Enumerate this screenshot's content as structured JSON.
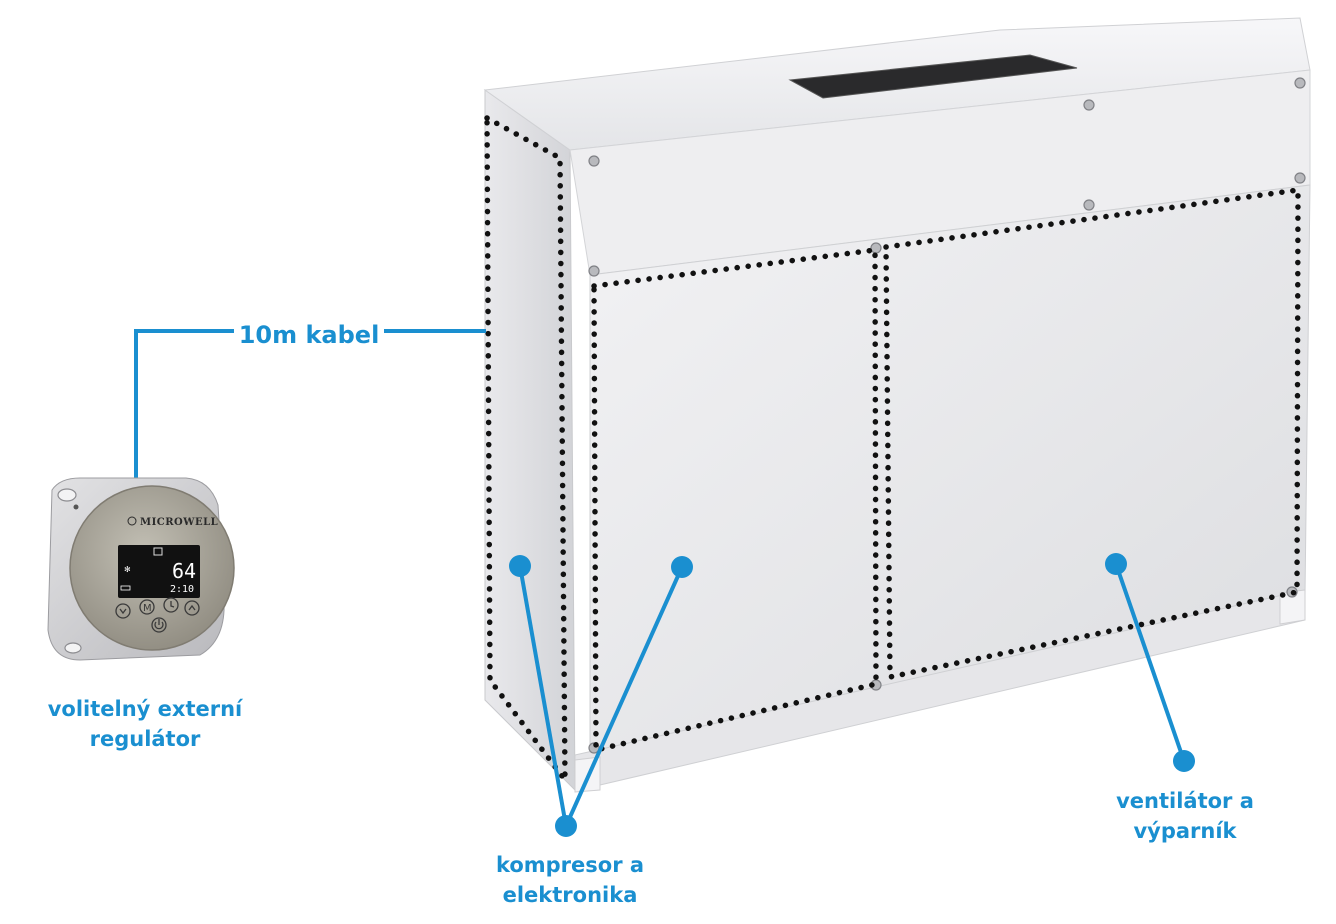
{
  "colors": {
    "accent": "#1a8fd0",
    "cabinet_light": "#ececef",
    "cabinet_shade": "#d6d7db",
    "outline_dots": "#111111",
    "controller_body": "#cfcfd2",
    "controller_face": "#a9a69c",
    "display": "#111111"
  },
  "labels": {
    "cable": "10m kabel",
    "controller_line1": "volitelný externí",
    "controller_line2": "regulátor",
    "compressor_line1": "kompresor a",
    "compressor_line2": "elektronika",
    "fan_line1": "ventilátor a",
    "fan_line2": "výparník"
  },
  "controller": {
    "brand": "MICROWELL",
    "display_value": "64",
    "display_time": "2:10",
    "buttons": [
      "chevron-down-icon",
      "mode-icon",
      "clock-icon",
      "chevron-up-icon",
      "power-icon"
    ]
  }
}
